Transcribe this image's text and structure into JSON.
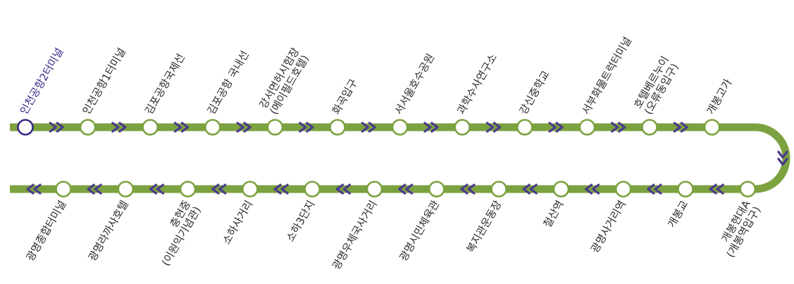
{
  "route": {
    "line_color": "#7ba23f",
    "arrow_color": "#4b3a8c",
    "current_station_color": "#3a2a86",
    "top_stations": [
      {
        "name": "인천공항2터미널",
        "lines": [
          "인천공항2터미널"
        ],
        "current": true
      },
      {
        "name": "인천공항1터미널",
        "lines": [
          "인천공항1터미널"
        ]
      },
      {
        "name": "김포공항국제선",
        "lines": [
          "김포공항국제선"
        ]
      },
      {
        "name": "김포공항 국내선",
        "lines": [
          "김포공항 국내선"
        ]
      },
      {
        "name": "강서면허시험장 (메이필드호텔)",
        "lines": [
          "강서면허시험장",
          "(메이필드호텔)"
        ]
      },
      {
        "name": "화곡입구",
        "lines": [
          "화곡입구"
        ]
      },
      {
        "name": "서서울호수공원",
        "lines": [
          "서서울호수공원"
        ]
      },
      {
        "name": "과학수사연구소",
        "lines": [
          "과학수사연구소"
        ]
      },
      {
        "name": "강신중학교",
        "lines": [
          "강신중학교"
        ]
      },
      {
        "name": "서부화물트럭터미널",
        "lines": [
          "서부화물트럭터미널"
        ]
      },
      {
        "name": "호텔베르누이 (오류동입구)",
        "lines": [
          "호텔베르누이",
          "(오류동입구)"
        ]
      },
      {
        "name": "개봉고가",
        "lines": [
          "개봉고가"
        ]
      }
    ],
    "bottom_stations": [
      {
        "name": "광명종합터미널",
        "lines": [
          "광명종합터미널"
        ]
      },
      {
        "name": "광명라까사호텔",
        "lines": [
          "광명라까사호텔"
        ]
      },
      {
        "name": "충현중 (이원익기념관)",
        "lines": [
          "충현중",
          "(이원익기념관)"
        ]
      },
      {
        "name": "소하사거리",
        "lines": [
          "소하사거리"
        ]
      },
      {
        "name": "소하3단지",
        "lines": [
          "소하3단지"
        ]
      },
      {
        "name": "광명우체국사거리",
        "lines": [
          "광명우체국사거리"
        ]
      },
      {
        "name": "광명시민체육관",
        "lines": [
          "광명시민체육관"
        ]
      },
      {
        "name": "복지관운동장",
        "lines": [
          "복지관운동장"
        ]
      },
      {
        "name": "철산역",
        "lines": [
          "철산역"
        ]
      },
      {
        "name": "광명사거리역",
        "lines": [
          "광명사거리역"
        ]
      },
      {
        "name": "개봉교",
        "lines": [
          "개봉교"
        ]
      },
      {
        "name": "개봉현대A (개봉역입구)",
        "lines": [
          "개봉현대A",
          "(개봉역입구)"
        ]
      }
    ]
  }
}
